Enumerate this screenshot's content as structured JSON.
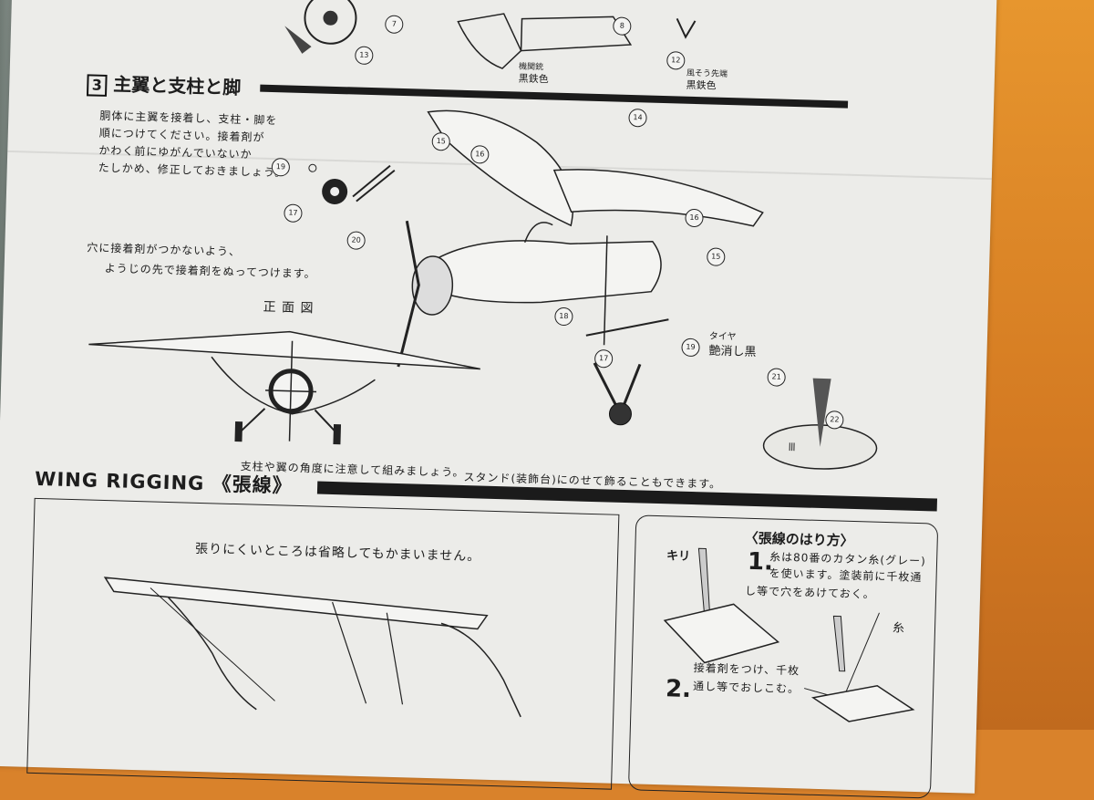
{
  "section3": {
    "number": "3",
    "title": "主翼と支柱と脚",
    "instructions": [
      "胴体に主翼を接着し、支柱・脚を",
      "順につけてください。接着剤が",
      "かわく前にゆがんでいないか",
      "たしかめ、修正しておきましょう。"
    ],
    "glue_note": [
      "穴に接着剤がつかないよう、",
      "ようじの先で接着剤をぬってつけます。"
    ],
    "front_view_label": "正 面 図",
    "tire_label": "タイヤ",
    "tire_color": "艶消し黒",
    "strut_note": "支柱や翼の角度に注意して組みましょう。",
    "stand_note": "スタンド(装飾台)にのせて飾ることもできます。"
  },
  "top_labels": {
    "left": "機関銃",
    "left_color": "黒鉄色",
    "right": "風そう先端",
    "right_color": "黒鉄色"
  },
  "part_numbers": [
    "13",
    "7",
    "8",
    "12",
    "14",
    "15",
    "16",
    "16",
    "15",
    "17",
    "18",
    "19",
    "19",
    "17",
    "20",
    "21",
    "22"
  ],
  "rigging": {
    "title_en": "WING RIGGING",
    "title_jp": "《張線》",
    "note": "張りにくいところは省略してもかまいません。",
    "howto_title": "〈張線のはり方〉",
    "step1_num": "1.",
    "step1_text": [
      "糸は80番のカタン糸(グレー)",
      "を使います。塗装前に千枚通",
      "し等で穴をあけておく。"
    ],
    "step2_num": "2.",
    "step2_text": [
      "接着剤をつけ、千枚",
      "通し等でおしこむ。"
    ],
    "label_kiri": "キリ",
    "label_ito": "糸"
  }
}
